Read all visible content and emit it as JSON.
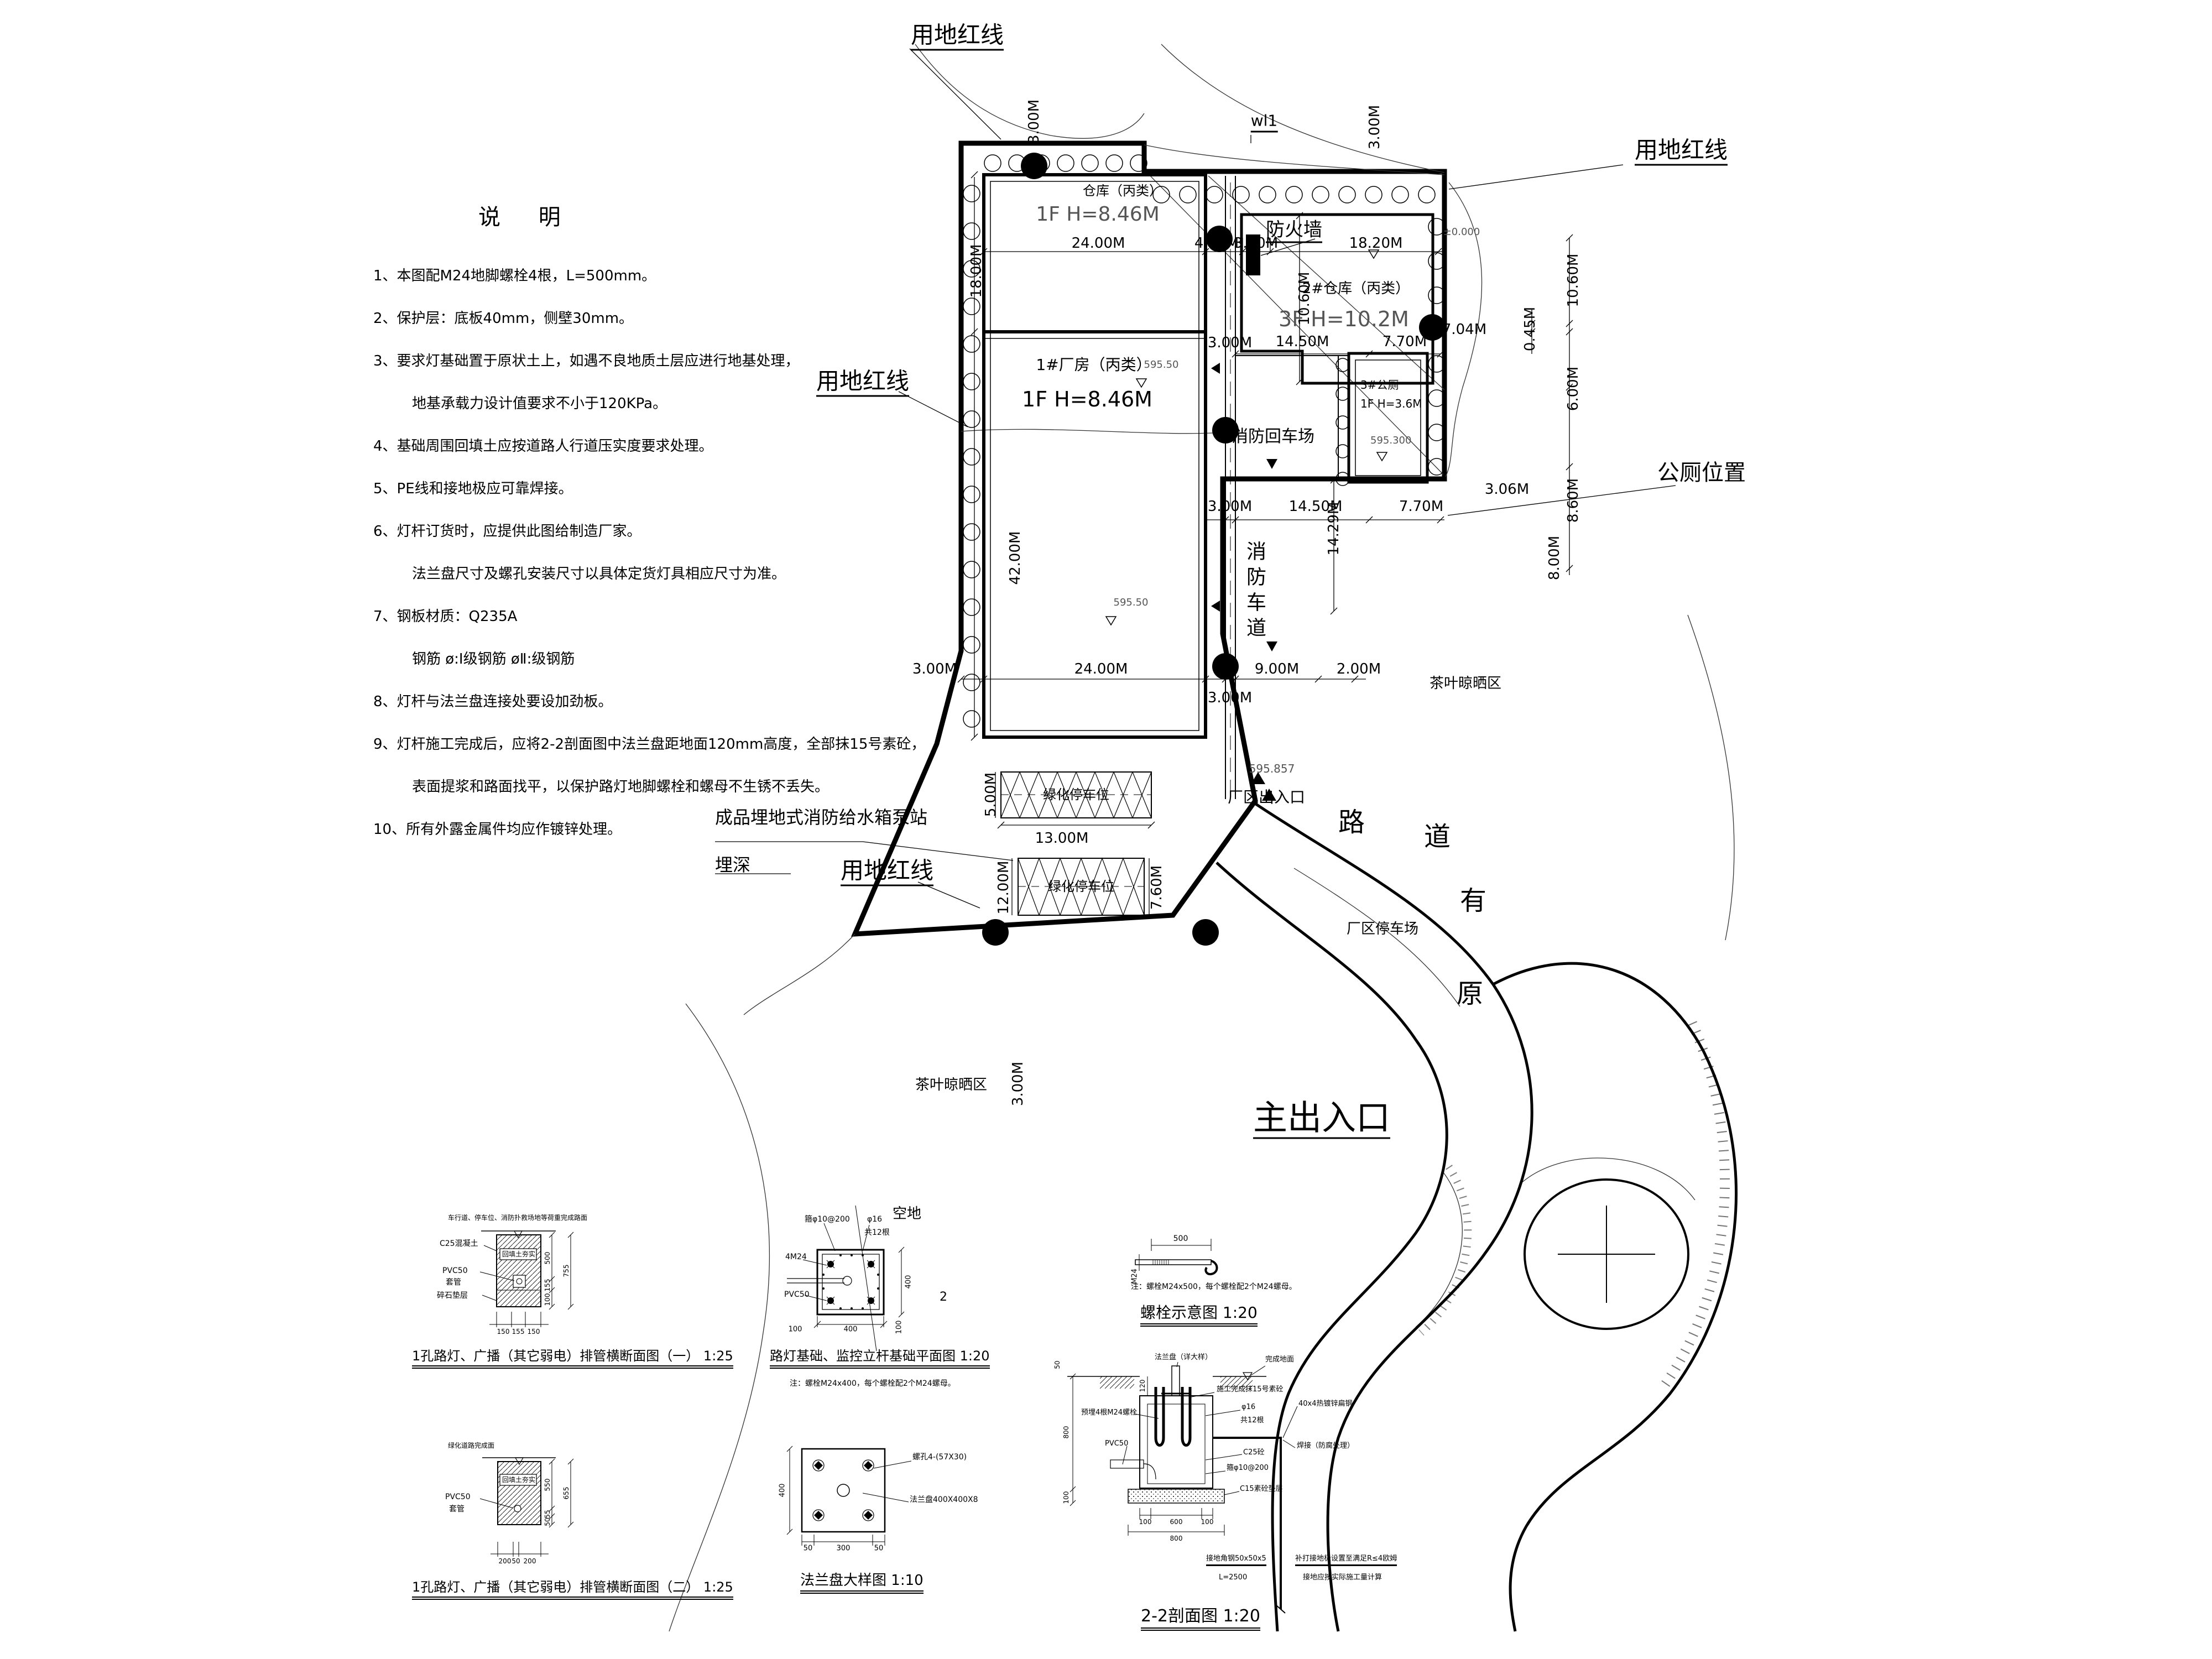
{
  "notes": {
    "title": "说  明",
    "items": [
      {
        "t": "1、本图配M24地脚螺栓4根，L=500mm。",
        "ind": 0
      },
      {
        "t": "2、保护层：底板40mm，侧壁30mm。",
        "ind": 0
      },
      {
        "t": "3、要求灯基础置于原状土上，如遇不良地质土层应进行地基处理，",
        "ind": 0
      },
      {
        "t": "地基承载力设计值要求不小于120KPa。",
        "ind": 1
      },
      {
        "t": "4、基础周围回填土应按道路人行道压实度要求处理。",
        "ind": 0
      },
      {
        "t": "5、PE线和接地极应可靠焊接。",
        "ind": 0
      },
      {
        "t": "6、灯杆订货时，应提供此图给制造厂家。",
        "ind": 0
      },
      {
        "t": "法兰盘尺寸及螺孔安装尺寸以具体定货灯具相应尺寸为准。",
        "ind": 1
      },
      {
        "t": "7、钢板材质：Q235A",
        "ind": 0
      },
      {
        "t": "钢筋 ø:Ⅰ级钢筋 øⅡ:级钢筋",
        "ind": 1
      },
      {
        "t": "8、灯杆与法兰盘连接处要设加劲板。",
        "ind": 0
      },
      {
        "t": "9、灯杆施工完成后，应将2-2剖面图中法兰盘距地面120mm高度，全部抹15号素砼，",
        "ind": 0
      },
      {
        "t": "表面提浆和路面找平，以保护路灯地脚螺栓和螺母不生锈不丢失。",
        "ind": 1
      },
      {
        "t": "10、所有外露金属件均应作镀锌处理。",
        "ind": 0
      }
    ]
  },
  "plan": {
    "labels": {
      "ydhx": "用地红线",
      "wl1": "wl1",
      "fhq": "防火墙",
      "ck1a": "仓库（丙类）",
      "ck1b": "1F H=8.46M",
      "cf1a": "1#厂房（丙类）",
      "cf1b": "1F H=8.46M",
      "ck2a": "2#仓库（丙类）",
      "ck2b": "3F H=10.2M",
      "gca": "3#公厕",
      "gcb": "1F H=3.6M",
      "gcc": "595.300",
      "hcc": "消防回车场",
      "cd": "消防车道",
      "gcwz": "公厕位置",
      "crk": "厂区出入口",
      "zcrk": "主出入口",
      "tcc": "厂区停车场",
      "r1": "路",
      "r2": "道",
      "r3": "有",
      "r4": "原",
      "cy": "茶叶晾晒区",
      "pump": "成品埋地式消防给水箱泵站",
      "ms": "埋深",
      "kd": "空地",
      "lh": "绿化停车位",
      "e0": "±0.000",
      "e1": "595.50",
      "e2": "595.857"
    },
    "dims": {
      "m300": "3.00M",
      "m2400": "24.00M",
      "m1800": "18.00M",
      "m4200": "42.00M",
      "m1450": "14.50M",
      "m770": "7.70M",
      "m704": "7.04M",
      "m1820": "18.20M",
      "m400": "4.00M",
      "m1060": "10.60M",
      "m045": "0.45M",
      "m600": "6.00M",
      "m860": "8.60M",
      "m800": "8.00M",
      "m306": "3.06M",
      "m1429": "14.29M",
      "m900": "9.00M",
      "m200": "2.00M",
      "m1300": "13.00M",
      "m1200": "12.00M",
      "m760": "7.60M",
      "m500": "5.00M"
    }
  },
  "details": {
    "d1": {
      "note": "车行道、停车位、消防扑救场地等荷重完成路面",
      "c25": "C25混凝土",
      "pvc": "PVC50",
      "tg": "套管",
      "ss": "碎石垫层",
      "fill": "回填土夯实",
      "d500": "500",
      "d155": "155",
      "d100": "100",
      "d755": "755",
      "b150": "150",
      "b155": "155",
      "title": "1孔路灯、广播（其它弱电）排管横断面图（一）",
      "scale": "1:25"
    },
    "d2": {
      "note": "绿化道路完成面",
      "pvc": "PVC50",
      "tg": "套管",
      "fill": "回填土夯实",
      "d550": "550",
      "d55": "55",
      "d50": "50",
      "d655": "655",
      "b200": "200",
      "b50": "50",
      "title": "1孔路灯、广播（其它弱电）排管横断面图（二）",
      "scale": "1:25"
    },
    "d3": {
      "gu": "箍φ10@200",
      "f16": "φ16",
      "g12": "共12根",
      "m24": "4M24",
      "pvc": "PVC50",
      "d400": "400",
      "d100": "100",
      "sec": "2",
      "note": "注：螺栓M24x400，每个螺栓配2个M24螺母。",
      "title": "路灯基础、监控立杆基础平面图",
      "scale": "1:20"
    },
    "d4": {
      "lk": "螺孔4-(57X30)",
      "fp": "法兰盘400X400X8",
      "d400": "400",
      "d300": "300",
      "d50": "50",
      "title": "法兰盘大样图",
      "scale": "1:10"
    },
    "d5": {
      "d500": "500",
      "m24": "M24",
      "note": "注：螺栓M24x500，每个螺栓配2个M24螺母。",
      "title": "螺栓示意图",
      "scale": "1:20"
    },
    "d6": {
      "flp": "法兰盘（详大样）",
      "wcdm": "完成地面",
      "sg": "施工完成抹15号素砼",
      "f16": "φ16",
      "g12": "共12根",
      "bg": "40x4热镀锌扁钢",
      "hj": "焊接（防腐处理）",
      "c25": "C25砼",
      "gu": "箍φ10@200",
      "c15": "C15素砼垫层",
      "ym": "预埋4根M24螺栓",
      "pvc": "PVC50",
      "jd": "接地角钢50x50x5",
      "l": "L=2500",
      "bd1": "补打接地极设置至满足R≤4欧姆",
      "bd2": "接地应按实际施工量计算",
      "d120": "120",
      "d800": "800",
      "d100": "100",
      "d600": "600",
      "d50": "50",
      "title": "2-2剖面图",
      "scale": "1:20"
    }
  }
}
